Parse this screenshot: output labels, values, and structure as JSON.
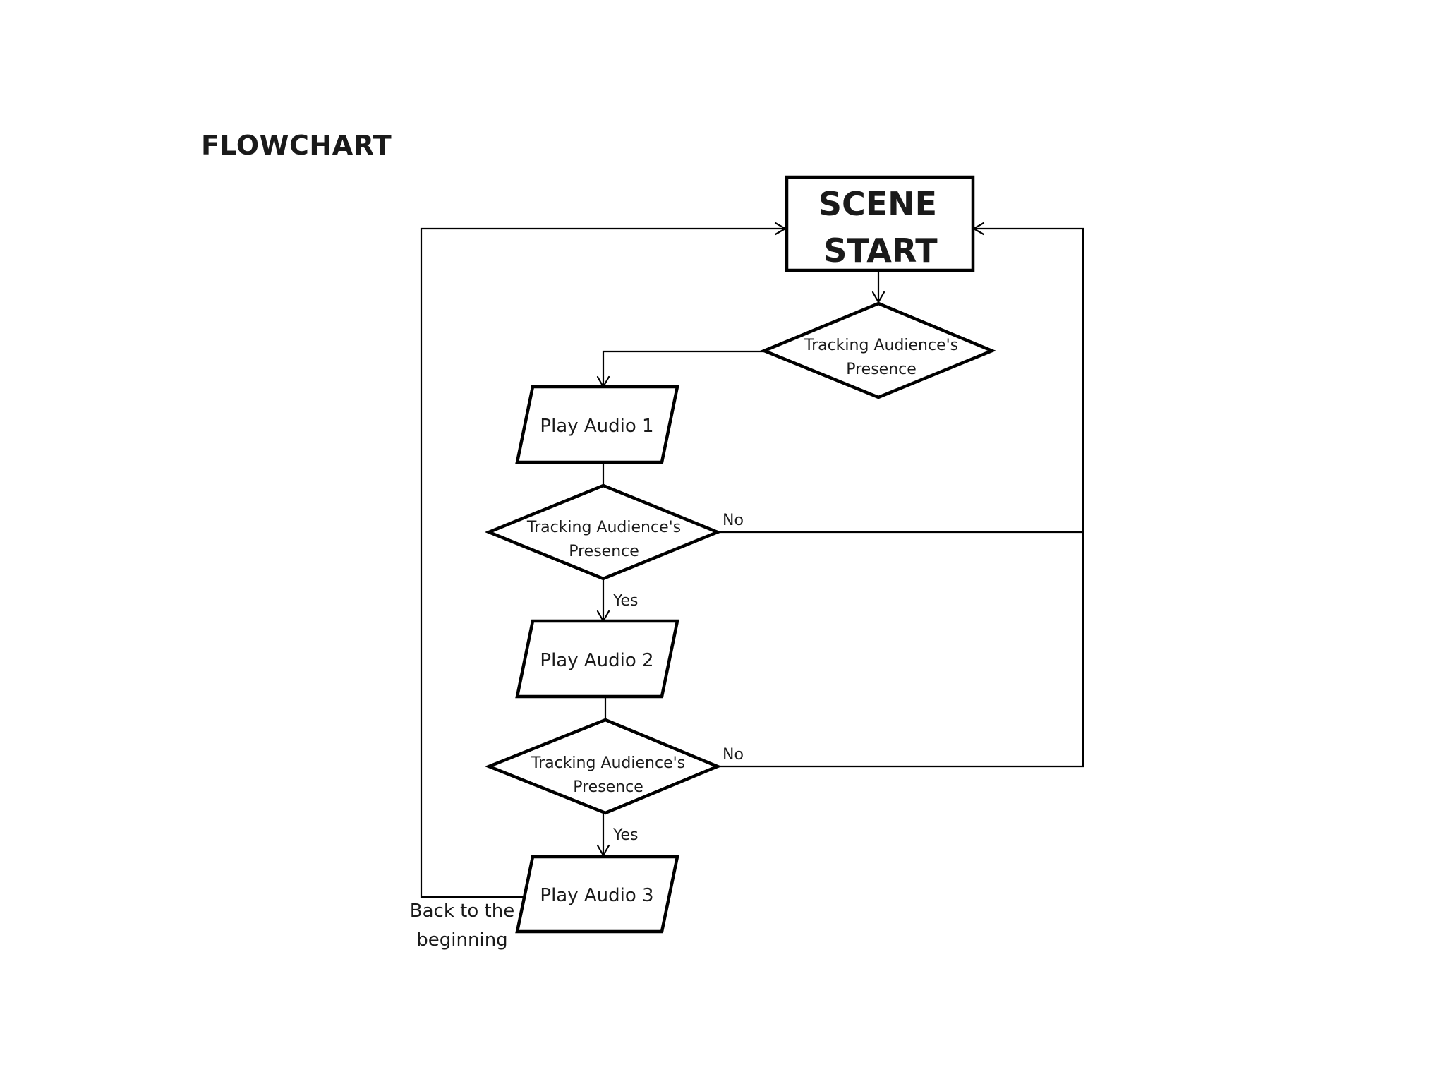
{
  "title": "FLOWCHART",
  "nodes": {
    "start": [
      "SCENE",
      "START"
    ],
    "decision_1": [
      "Tracking Audience's",
      "Presence"
    ],
    "audio_1": "Play Audio 1",
    "decision_2": [
      "Tracking Audience's",
      "Presence"
    ],
    "audio_2": "Play Audio 2",
    "decision_3": [
      "Tracking Audience's",
      "Presence"
    ],
    "audio_3": "Play Audio 3"
  },
  "edge_labels": {
    "decision_2_yes": "Yes",
    "decision_2_no": "No",
    "decision_3_yes": "Yes",
    "decision_3_no": "No",
    "loop_back": [
      "Back to the",
      "beginning"
    ]
  }
}
